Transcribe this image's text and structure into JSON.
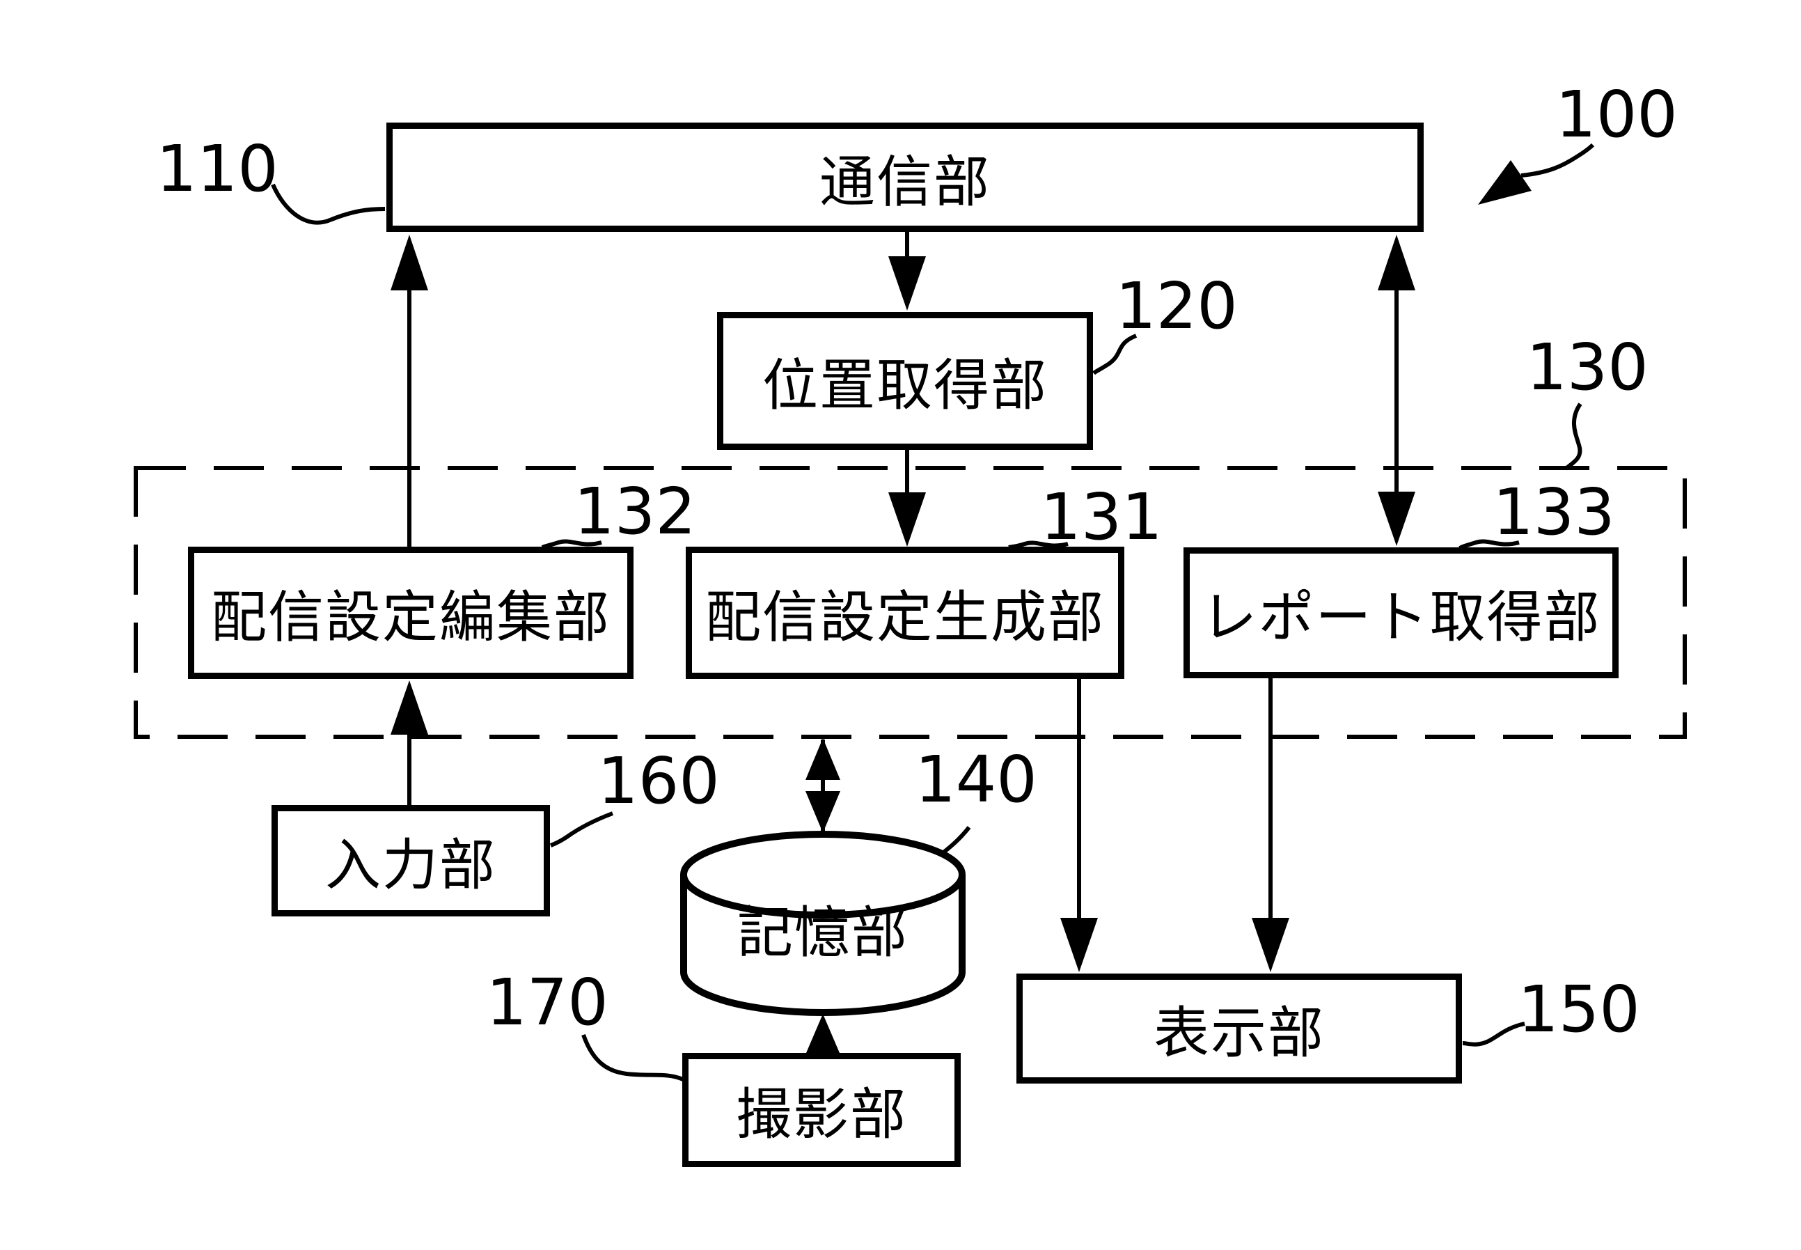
{
  "figure": {
    "system_ref": "100",
    "colors": {
      "line": "#000000",
      "background": "#ffffff"
    },
    "nodes": {
      "comm": {
        "label": "通信部",
        "ref": "110"
      },
      "position": {
        "label": "位置取得部",
        "ref": "120"
      },
      "group": {
        "ref": "130"
      },
      "gen": {
        "label": "配信設定生成部",
        "ref": "131"
      },
      "edit": {
        "label": "配信設定編集部",
        "ref": "132"
      },
      "report": {
        "label": "レポート取得部",
        "ref": "133"
      },
      "storage": {
        "label": "記憶部",
        "ref": "140"
      },
      "display": {
        "label": "表示部",
        "ref": "150"
      },
      "input": {
        "label": "入力部",
        "ref": "160"
      },
      "camera": {
        "label": "撮影部",
        "ref": "170"
      }
    }
  }
}
